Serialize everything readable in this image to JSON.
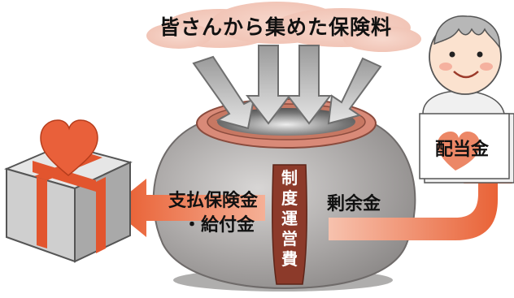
{
  "labels": {
    "premiums_collected": "皆さんから集めた保険料",
    "payout_line1": "支払保険金",
    "payout_line2": "・給付金",
    "admin_cost": "制度運営費",
    "surplus": "剰余金",
    "dividend": "配当金"
  },
  "colors": {
    "cloud": "#f3ccc0",
    "pot_body": "#a9a6a5",
    "pot_rim": "#d98a78",
    "pot_inner": "#5f5a5a",
    "admin_band": "#8c3a2a",
    "arrow_orange": "#ec6a3f",
    "arrow_gray": "#bdbdbd",
    "heart": "#e9603a",
    "gift_box": "#c9c9c9",
    "person_skin": "#fbe2cf",
    "person_hair": "#b7b7b7"
  },
  "icons": [
    "gift-box-icon",
    "heart-icon",
    "person-icon",
    "pot-icon"
  ]
}
